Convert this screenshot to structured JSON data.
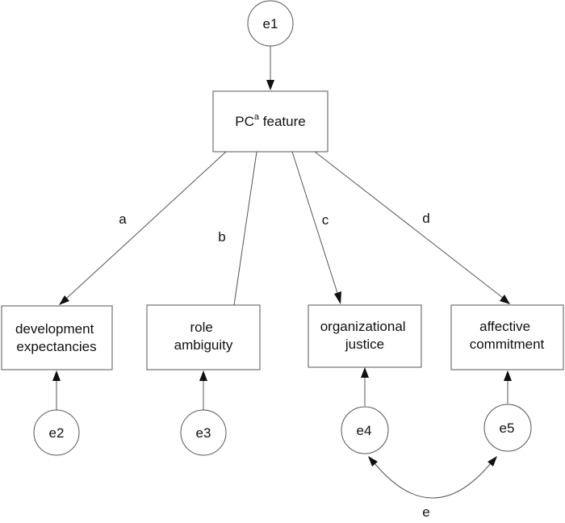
{
  "nodes": {
    "e1": "e1",
    "feature": {
      "main": "PC",
      "sup": "a",
      "rest": " feature"
    },
    "development": [
      "development",
      "expectancies"
    ],
    "role": [
      "role",
      "ambiguity"
    ],
    "justice": [
      "organizational",
      "justice"
    ],
    "commitment": [
      "affective",
      "commitment"
    ],
    "e2": "e2",
    "e3": "e3",
    "e4": "e4",
    "e5": "e5"
  },
  "paths": {
    "a": "a",
    "b": "b",
    "c": "c",
    "d": "d",
    "e": "e"
  }
}
